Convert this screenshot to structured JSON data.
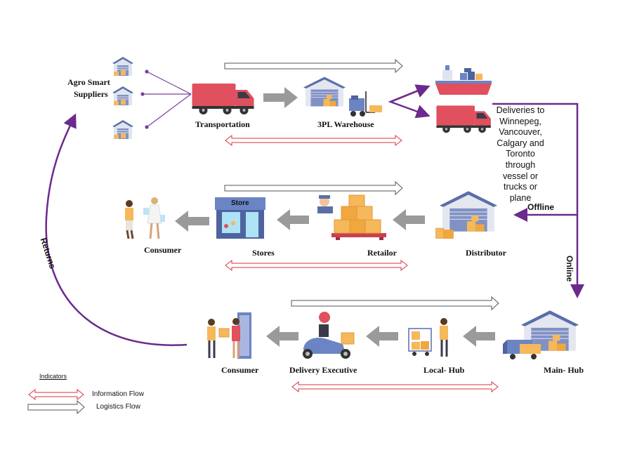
{
  "labels": {
    "agro_suppliers_line1": "Agro Smart",
    "agro_suppliers_line2": "Suppliers",
    "transportation": "Transportation",
    "warehouse_3pl": "3PL Warehouse",
    "deliveries_note": [
      "Deliveries to",
      "Winnepeg,",
      "Vancouver,",
      "Calgary and",
      "Toronto",
      "through",
      "vessel or",
      "trucks or",
      "plane"
    ],
    "offline": "Offline",
    "online": "Online",
    "returns": "Returns",
    "consumer_top": "Consumer",
    "stores": "Stores",
    "store_sign": "Store",
    "retailor": "Retailor",
    "distributor": "Distributor",
    "consumer_bottom": "Consumer",
    "delivery_executive": "Delivery Executive",
    "local_hub": "Local- Hub",
    "main_hub": "Main- Hub"
  },
  "legend": {
    "title": "Indicators",
    "information_flow": "Information Flow",
    "logistics_flow": "Logistics Flow"
  },
  "colors": {
    "flow_purple": "#6b2a8e",
    "arrow_gray": "#9a9a9a",
    "truck_red": "#e0505e",
    "info_flow_red": "#d9363e",
    "logistics_flow_gray": "#555555",
    "box_orange": "#f5b85a",
    "warehouse_blue": "#5a6fa8"
  }
}
